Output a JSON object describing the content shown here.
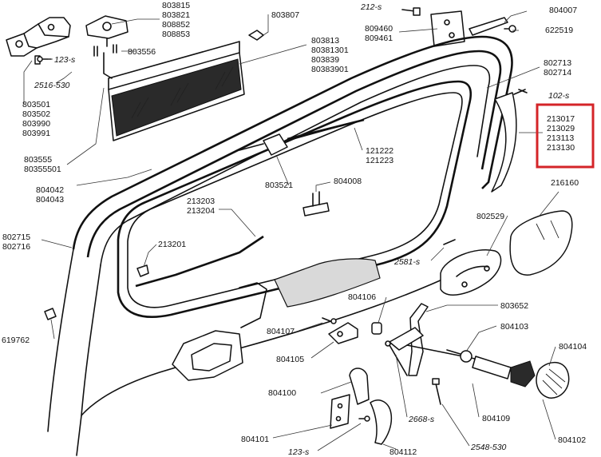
{
  "labels": {
    "l803815": "803815",
    "l803821": "803821",
    "l808852": "808852",
    "l808853": "808853",
    "l803807": "803807",
    "l212s": "212-s",
    "l804007": "804007",
    "l809460": "809460",
    "l809461": "809461",
    "l622519": "622519",
    "l123s_a": "123-s",
    "l803556": "803556",
    "l803813": "803813",
    "l80381301": "80381301",
    "l803839": "803839",
    "l80383901": "80383901",
    "l2516": "2516-530",
    "l803501": "803501",
    "l803502": "803502",
    "l803990": "803990",
    "l803991": "803991",
    "l802713": "802713",
    "l802714": "802714",
    "l102s": "102-s",
    "l213017": "213017",
    "l213029": "213029",
    "l213113": "213113",
    "l213130": "213130",
    "l803555": "803555",
    "l80355501": "80355501",
    "l121222": "121222",
    "l121223": "121223",
    "l803521": "803521",
    "l804042": "804042",
    "l804043": "804043",
    "l804008": "804008",
    "l216160": "216160",
    "l213203": "213203",
    "l213204": "213204",
    "l802529": "802529",
    "l802715": "802715",
    "l802716": "802716",
    "l213201": "213201",
    "l2581s": "2581-s",
    "l804106": "804106",
    "l803652": "803652",
    "l619762": "619762",
    "l804107": "804107",
    "l804103": "804103",
    "l804105": "804105",
    "l804104": "804104",
    "l804100": "804100",
    "l2668s": "2668-s",
    "l804109": "804109",
    "l804101": "804101",
    "l2548": "2548-530",
    "l804102": "804102",
    "l123s_b": "123-s",
    "l804112": "804112"
  },
  "highlight_color": "#d42428"
}
